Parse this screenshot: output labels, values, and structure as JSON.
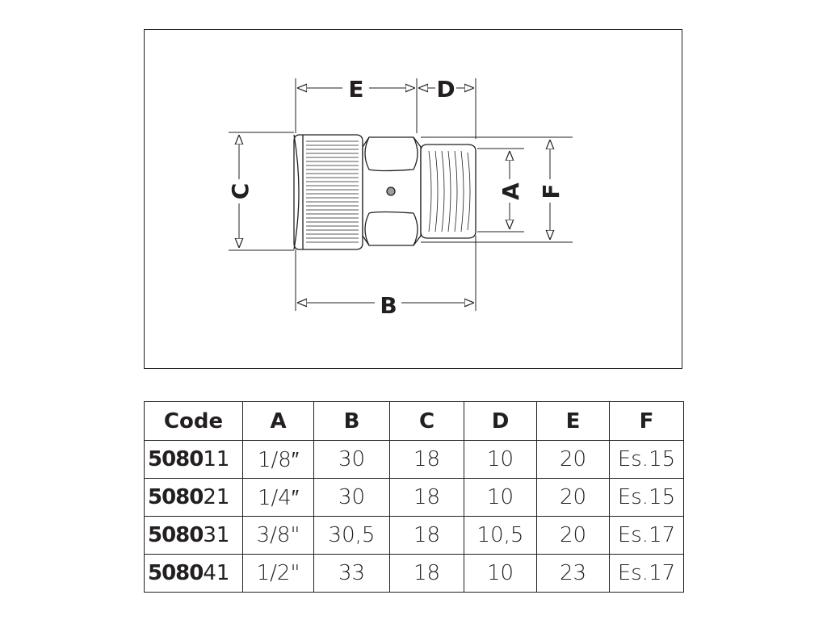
{
  "drawing": {
    "labels": {
      "a": "A",
      "b": "B",
      "c": "C",
      "d": "D",
      "e": "E",
      "f": "F"
    }
  },
  "table": {
    "headers": [
      "Code",
      "A",
      "B",
      "C",
      "D",
      "E",
      "F"
    ],
    "rows": [
      {
        "code_prefix": "5080",
        "code_suffix": "11",
        "a": "1/8″",
        "b": "30",
        "c": "18",
        "d": "10",
        "e": "20",
        "f": "Es.15"
      },
      {
        "code_prefix": "5080",
        "code_suffix": "21",
        "a": "1/4″",
        "b": "30",
        "c": "18",
        "d": "10",
        "e": "20",
        "f": "Es.15"
      },
      {
        "code_prefix": "5080",
        "code_suffix": "31",
        "a": "3/8\"",
        "b": "30,5",
        "c": "18",
        "d": "10,5",
        "e": "20",
        "f": "Es.17"
      },
      {
        "code_prefix": "5080",
        "code_suffix": "41",
        "a": "1/2\"",
        "b": "33",
        "c": "18",
        "d": "10",
        "e": "23",
        "f": "Es.17"
      }
    ]
  }
}
